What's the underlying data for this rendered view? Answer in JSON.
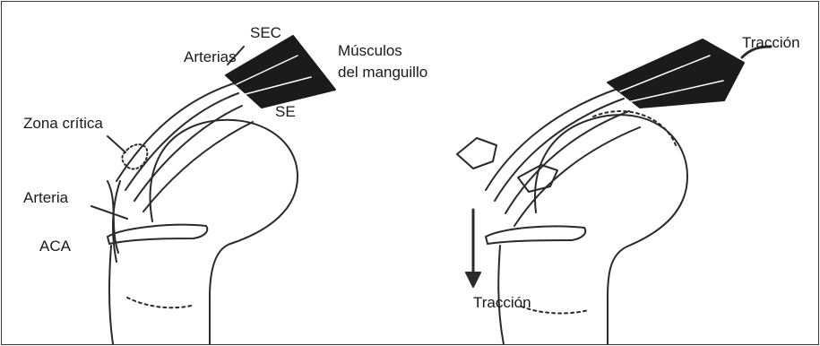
{
  "labels": {
    "sec": "SEC",
    "arterias": "Arterias",
    "musculos_line1": "Músculos",
    "musculos_line2": "del manguillo",
    "se": "SE",
    "zona_critica": "Zona crítica",
    "arteria": "Arteria",
    "aca": "ACA",
    "traccion_top": "Tracción",
    "traccion_bottom": "Tracción"
  },
  "colors": {
    "line": "#2a2a2a",
    "muscle": "#1b1b1b",
    "background": "#ffffff"
  }
}
